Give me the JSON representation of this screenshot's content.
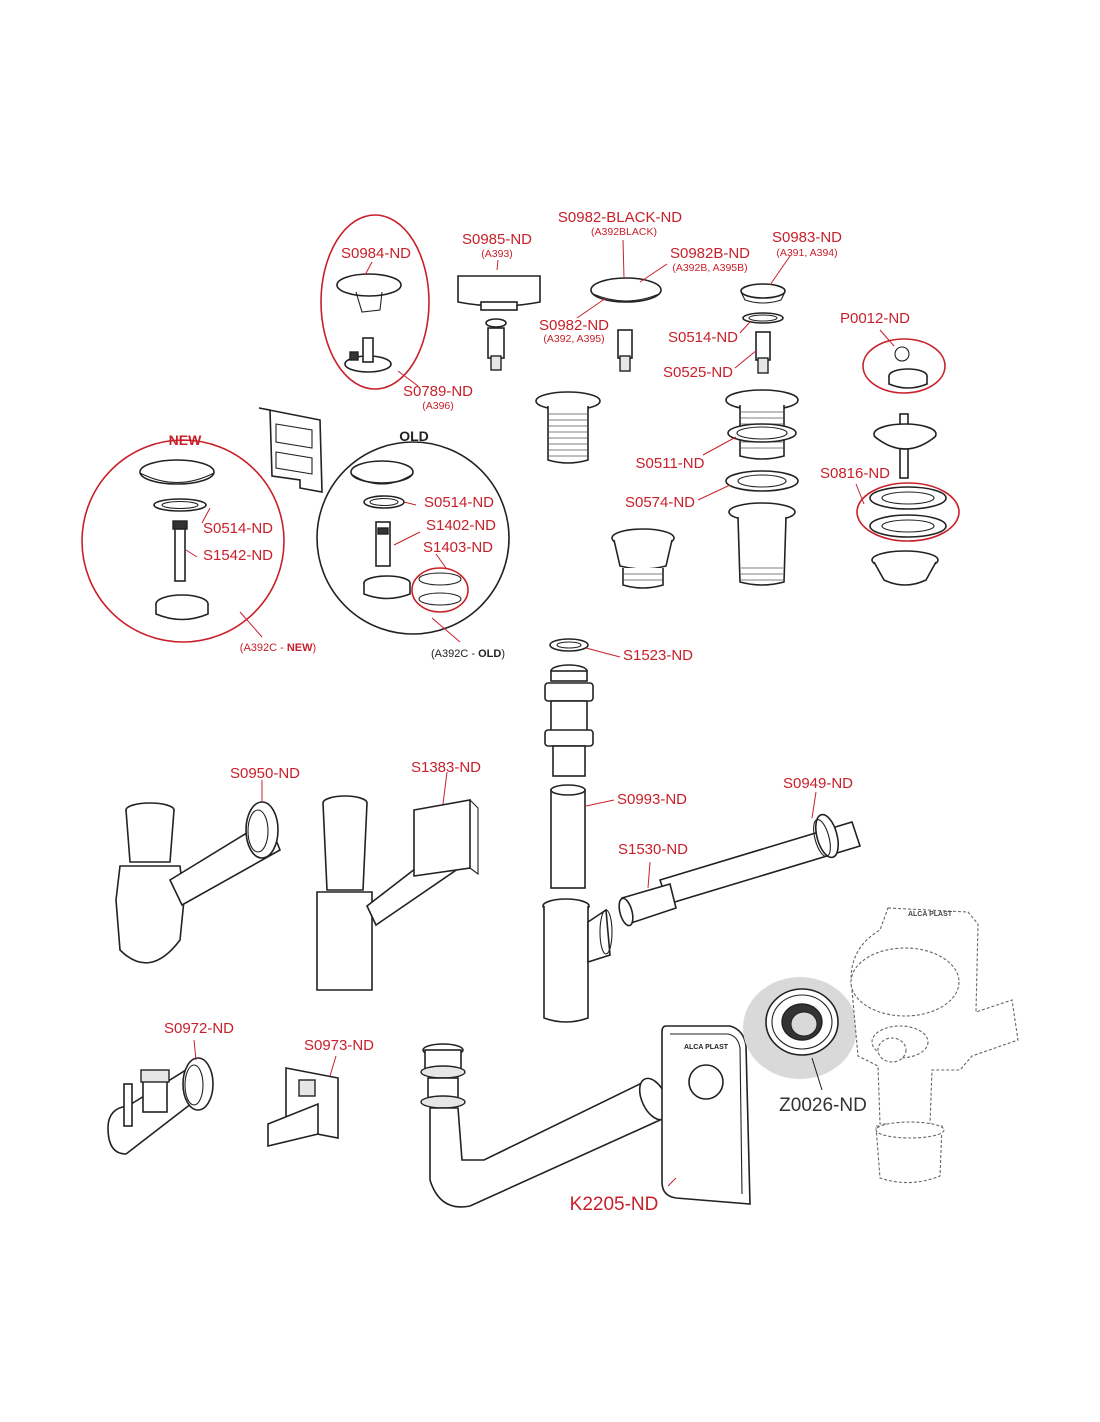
{
  "labels": {
    "s0984": "S0984-ND",
    "s0985": "S0985-ND",
    "a393": "(A393)",
    "s0982_black": "S0982-BLACK-ND",
    "a392black": "(A392BLACK)",
    "s0982b": "S0982B-ND",
    "a392b_a395b": "(A392B, A395B)",
    "s0983": "S0983-ND",
    "a391_a394": "(A391, A394)",
    "s0982": "S0982-ND",
    "a392_a395": "(A392, A395)",
    "s0514_top": "S0514-ND",
    "s0525": "S0525-ND",
    "p0012": "P0012-ND",
    "s0789": "S0789-ND",
    "a396": "(A396)",
    "s0511": "S0511-ND",
    "s0574": "S0574-ND",
    "s0816": "S0816-ND",
    "new_header": "NEW",
    "old_header": "OLD",
    "s0514_new": "S0514-ND",
    "s1542": "S1542-ND",
    "s0514_old": "S0514-ND",
    "s1402": "S1402-ND",
    "s1403": "S1403-ND",
    "a392c_new_prefix": "(A392C - ",
    "a392c_new_bold": "NEW",
    "a392c_new_suffix": ")",
    "a392c_old_prefix": "(A392C - ",
    "a392c_old_bold": "OLD",
    "a392c_old_suffix": ")",
    "s1523": "S1523-ND",
    "s0950": "S0950-ND",
    "s1383": "S1383-ND",
    "s0993": "S0993-ND",
    "s0949": "S0949-ND",
    "s1530": "S1530-ND",
    "s0972": "S0972-ND",
    "s0973": "S0973-ND",
    "z0026": "Z0026-ND",
    "k2205": "K2205-ND",
    "brand_plate": "ALCA PLAST",
    "brand_siphon": "ALCA PLAST"
  },
  "colors": {
    "accent_red": "#c8202a",
    "line_black": "#222222",
    "highlight_gray": "#d9d9d9"
  }
}
